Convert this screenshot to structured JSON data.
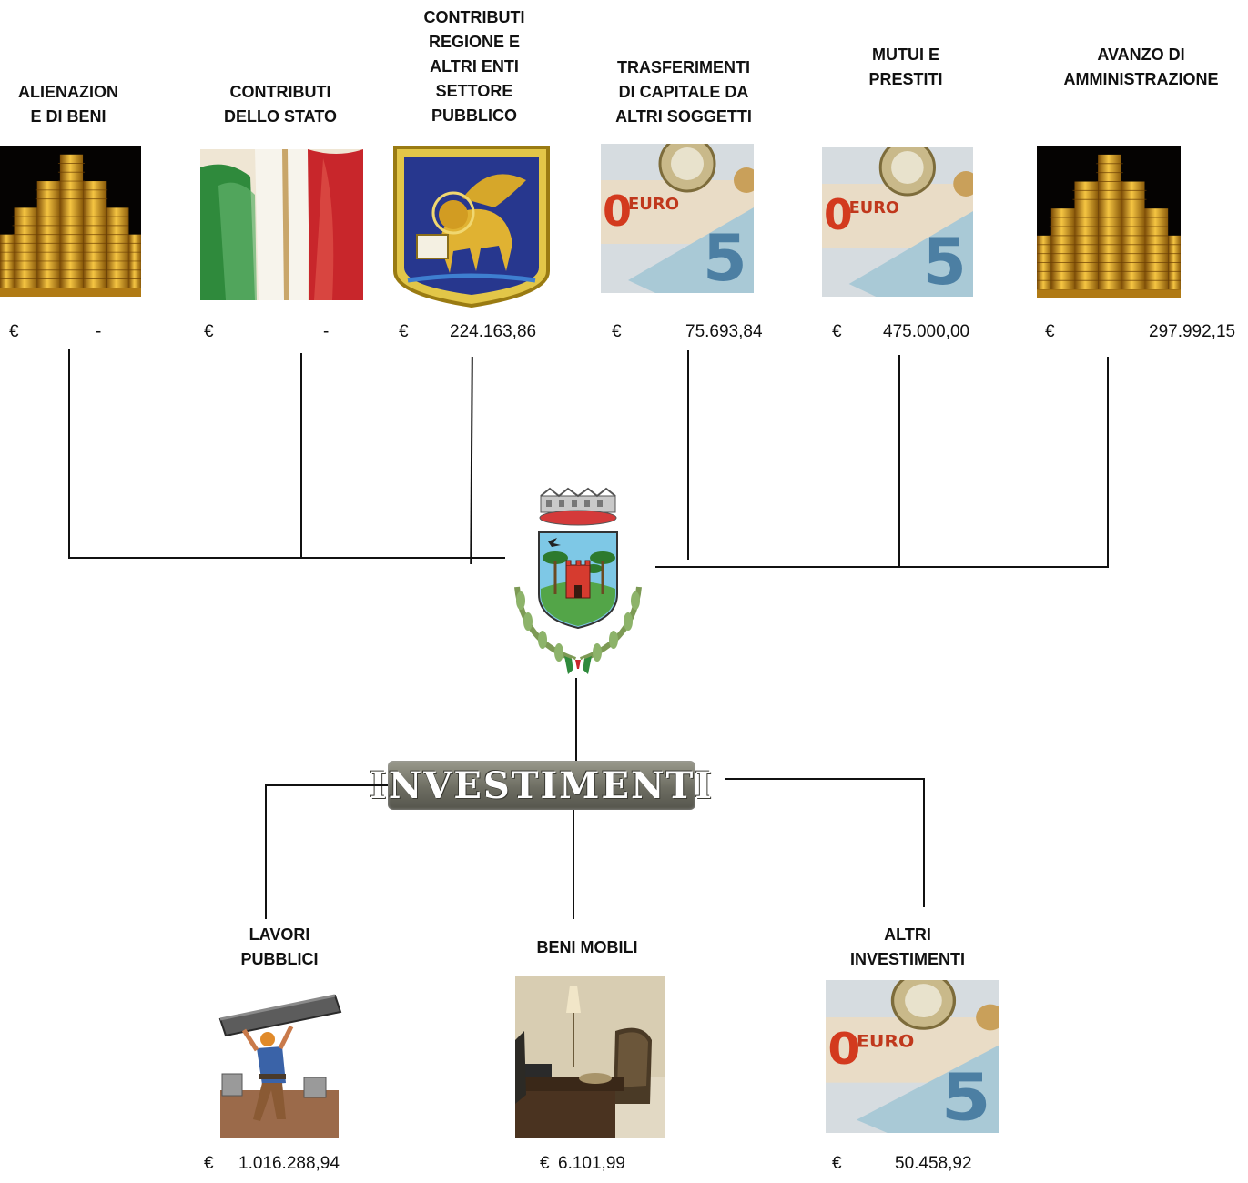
{
  "sources": [
    {
      "id": "alienazioni",
      "title": "ALIENAZION\nE DI BENI",
      "currency": "€",
      "amount": "-",
      "image": "gold-coins-image"
    },
    {
      "id": "stato",
      "title": "CONTRIBUTI\nDELLO STATO",
      "currency": "€",
      "amount": "-",
      "image": "italian-flag-image"
    },
    {
      "id": "regione",
      "title": "CONTRIBUTI\nREGIONE E\nALTRI ENTI\nSETTORE\nPUBBLICO",
      "currency": "€",
      "amount": "224.163,86",
      "image": "veneto-lion-image"
    },
    {
      "id": "trasferimenti",
      "title": "TRASFERIMENTI\nDI CAPITALE DA\nALTRI SOGGETTI",
      "currency": "€",
      "amount": "75.693,84",
      "image": "euro-banknotes-image"
    },
    {
      "id": "mutui",
      "title": "MUTUI E\nPRESTITI",
      "currency": "€",
      "amount": "475.000,00",
      "image": "euro-banknotes-image"
    },
    {
      "id": "avanzo",
      "title": "AVANZO DI\nAMMINISTRAZIONE",
      "currency": "€",
      "amount": "297.992,15",
      "image": "gold-coins-image"
    }
  ],
  "center": {
    "emblem": "municipal-coat-of-arms",
    "label": "INVESTIMENTI"
  },
  "uses": [
    {
      "id": "lavori",
      "title": "LAVORI\nPUBBLICI",
      "currency": "€",
      "amount": "1.016.288,94",
      "image": "construction-worker-image"
    },
    {
      "id": "beni",
      "title": "BENI MOBILI",
      "currency": "€",
      "amount": "6.101,99",
      "image": "office-furniture-image"
    },
    {
      "id": "altri",
      "title": "ALTRI\nINVESTIMENTI",
      "currency": "€",
      "amount": "50.458,92",
      "image": "euro-banknotes-image"
    }
  ],
  "colors": {
    "gold": "#d9a520",
    "flag_green": "#2f8a3c",
    "flag_red": "#c8262b",
    "badge": "#6d6d62"
  }
}
